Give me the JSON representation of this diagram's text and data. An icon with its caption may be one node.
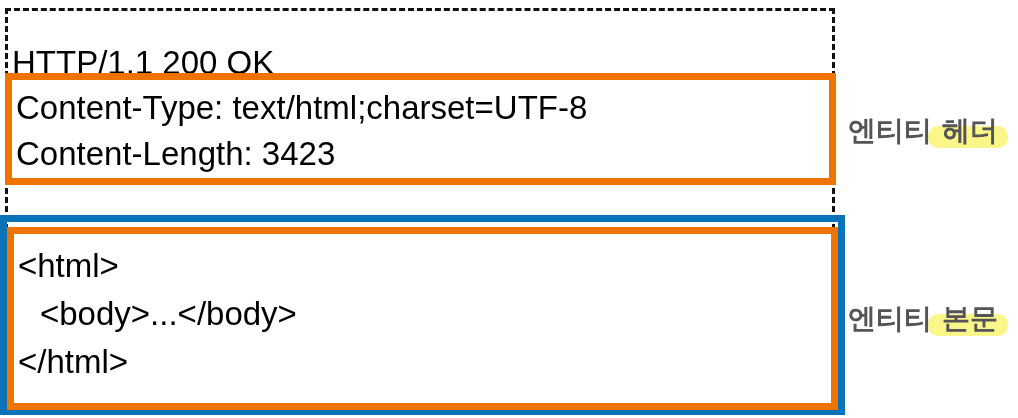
{
  "diagram": {
    "nodes": [
      {
        "text": [
          "HTTP/1.1 200 OK"
        ]
      },
      {
        "text": [
          "Content-Type: text/html;charset=UTF-8",
          "Content-Length: 3423"
        ],
        "beside": [
          "엔티티 헤더"
        ],
        "in": 0
      },
      {
        "text": [],
        "shape": "box",
        "beside": [
          "엔티티 본문"
        ],
        "in": 0
      },
      {
        "text": [
          "<html>",
          "<body>...</body>",
          "</html>"
        ],
        "in": 2
      }
    ]
  }
}
